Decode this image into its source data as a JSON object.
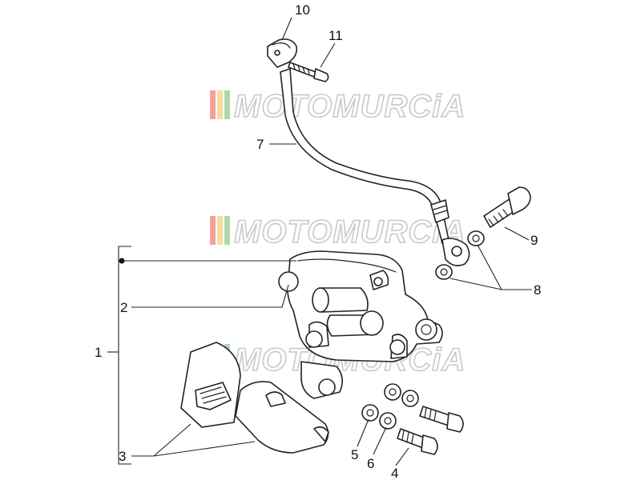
{
  "watermark": {
    "text": "MOTOMURCiA",
    "stripe_colors": [
      "#e8544c",
      "#f2c14e",
      "#6fb36f",
      "#c9c9c9"
    ]
  },
  "callouts": [
    {
      "id": "1",
      "label": "1"
    },
    {
      "id": "2",
      "label": "2"
    },
    {
      "id": "3",
      "label": "3"
    },
    {
      "id": "4",
      "label": "4"
    },
    {
      "id": "5",
      "label": "5"
    },
    {
      "id": "6",
      "label": "6"
    },
    {
      "id": "7",
      "label": "7"
    },
    {
      "id": "8",
      "label": "8"
    },
    {
      "id": "9",
      "label": "9"
    },
    {
      "id": "10",
      "label": "10"
    },
    {
      "id": "11",
      "label": "11"
    }
  ]
}
